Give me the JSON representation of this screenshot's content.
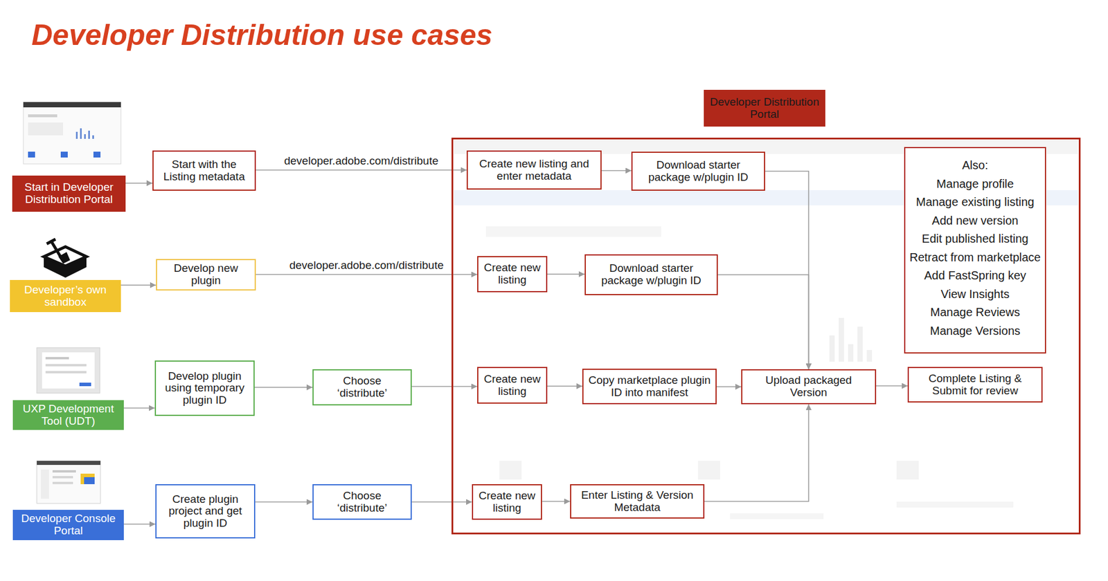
{
  "diagram": {
    "title": "Developer Distribution use cases",
    "nodes": [
      {
        "text": [
          "Start in Developer Distribution Portal"
        ]
      },
      {
        "text": [
          "Start with the Listing metadata"
        ]
      },
      {
        "text": [
          "Developer’s own sandbox"
        ]
      },
      {
        "text": [
          "Develop new plugin"
        ]
      },
      {
        "text": [
          "UXP Development Tool (UDT)"
        ]
      },
      {
        "text": [
          "Develop plugin using temporary plugin ID"
        ]
      },
      {
        "text": [
          "Choose ‘distribute’"
        ]
      },
      {
        "text": [
          "Developer Console Portal"
        ]
      },
      {
        "text": [
          "Create plugin project and get plugin ID"
        ]
      },
      {
        "text": [
          "Choose ‘distribute’"
        ]
      },
      {
        "text": [
          "Developer Distribution Portal"
        ]
      },
      {
        "text": [
          "Create new listing and enter metadata"
        ],
        "in": 10
      },
      {
        "text": [
          "Download starter package w/plugin ID"
        ],
        "in": 10
      },
      {
        "text": [
          "Also:",
          "Manage profile",
          "Manage existing listing",
          "Add new version",
          "Edit published listing",
          "Retract from marketplace",
          "Add FastSpring key",
          "View Insights",
          "Manage Reviews",
          "Manage Versions"
        ],
        "in": 10
      },
      {
        "text": [
          "Create new listing"
        ],
        "in": 10
      },
      {
        "text": [
          "Download starter package w/plugin ID"
        ],
        "in": 10
      },
      {
        "text": [
          "Create new listing"
        ],
        "in": 10
      },
      {
        "text": [
          "Copy marketplace plugin ID into manifest"
        ],
        "in": 10
      },
      {
        "text": [
          "Upload packaged Version"
        ],
        "in": 10
      },
      {
        "text": [
          "Complete Listing & Submit for review"
        ],
        "in": 10
      },
      {
        "text": [
          "Create new listing"
        ],
        "in": 10
      },
      {
        "text": [
          "Enter Listing & Version Metadata"
        ],
        "in": 10
      }
    ],
    "edges": [
      {
        "from": 0,
        "to": 1,
        "arrow": "to"
      },
      {
        "from": 1,
        "to": 11,
        "label": "developer.adobe.com/distribute",
        "arrow": "to"
      },
      {
        "from": 11,
        "to": 12,
        "arrow": "to"
      },
      {
        "from": 12,
        "to": 18,
        "arrow": "to"
      },
      {
        "from": 2,
        "to": 3,
        "arrow": "to"
      },
      {
        "from": 3,
        "to": 14,
        "label": "developer.adobe.com/distribute",
        "arrow": "to"
      },
      {
        "from": 14,
        "to": 15,
        "arrow": "to"
      },
      {
        "from": 15,
        "to": 18,
        "arrow": "to"
      },
      {
        "from": 4,
        "to": 5,
        "arrow": "to"
      },
      {
        "from": 5,
        "to": 6,
        "arrow": "to"
      },
      {
        "from": 6,
        "to": 16,
        "arrow": "to"
      },
      {
        "from": 16,
        "to": 17,
        "arrow": "to"
      },
      {
        "from": 17,
        "to": 18,
        "arrow": "to"
      },
      {
        "from": 18,
        "to": 19,
        "arrow": "to"
      },
      {
        "from": 7,
        "to": 8,
        "arrow": "to"
      },
      {
        "from": 8,
        "to": 9,
        "arrow": "to"
      },
      {
        "from": 9,
        "to": 20,
        "arrow": "to"
      },
      {
        "from": 20,
        "to": 21,
        "arrow": "to"
      },
      {
        "from": 21,
        "to": 18,
        "arrow": "to"
      }
    ]
  }
}
